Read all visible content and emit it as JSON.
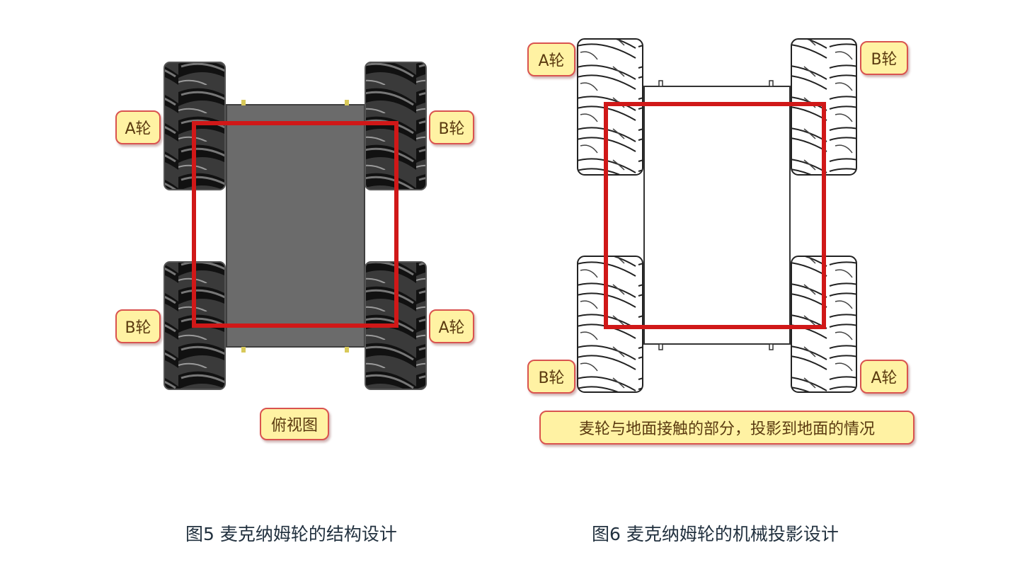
{
  "fig5": {
    "wheels": {
      "top_left": "A轮",
      "top_right": "B轮",
      "bottom_left": "B轮",
      "bottom_right": "A轮"
    },
    "view_label": "俯视图",
    "caption": "图5  麦克纳姆轮的结构设计"
  },
  "fig6": {
    "wheels": {
      "top_left": "A轮",
      "top_right": "B轮",
      "bottom_left": "B轮",
      "bottom_right": "A轮"
    },
    "note": "麦轮与地面接触的部分，投影到地面的情况",
    "caption": "图6  麦克纳姆轮的机械投影设计"
  },
  "colors": {
    "highlight": "#d01818",
    "chassis_fill": "#6b6b6b",
    "tag_bg": "#fff2a3",
    "tag_border": "#d9534f"
  }
}
